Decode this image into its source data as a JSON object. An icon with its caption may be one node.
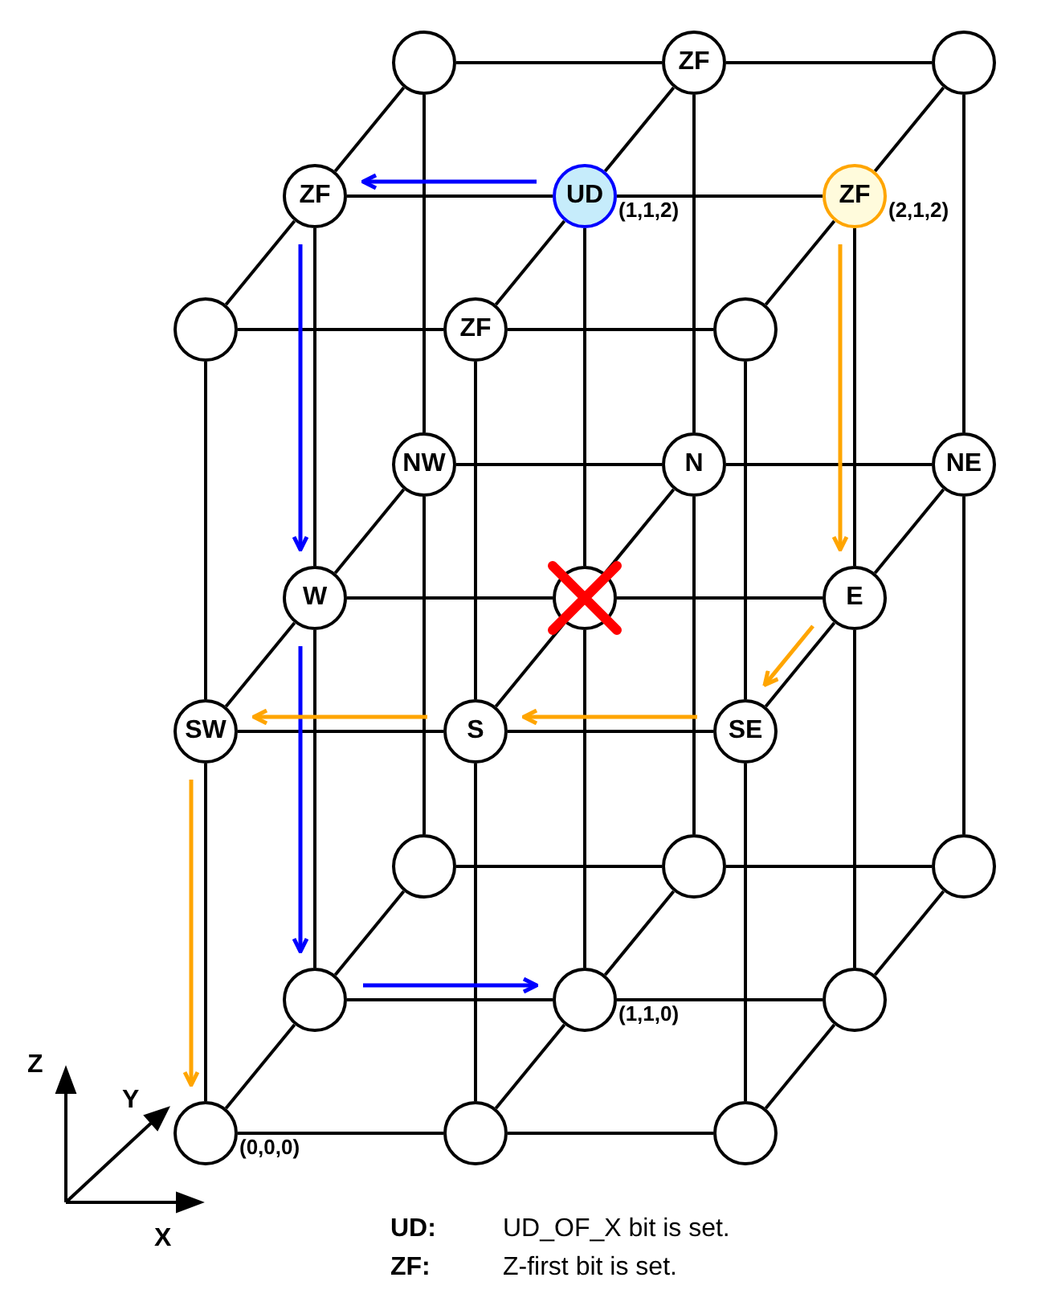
{
  "diagram": {
    "nodes": [
      {
        "text": [],
        "shape": "circle"
      },
      {
        "text": [
          "ZF"
        ]
      },
      {
        "text": [],
        "shape": "circle"
      },
      {
        "text": [
          "ZF"
        ]
      },
      {
        "text": [
          "UD"
        ],
        "beside": [
          "(1,1,2)"
        ]
      },
      {
        "text": [
          "ZF"
        ],
        "beside": [
          "(2,1,2)"
        ]
      },
      {
        "text": [],
        "shape": "circle"
      },
      {
        "text": [
          "ZF"
        ]
      },
      {
        "text": [],
        "shape": "circle"
      },
      {
        "text": [
          "NW"
        ]
      },
      {
        "text": [
          "N"
        ]
      },
      {
        "text": [
          "NE"
        ]
      },
      {
        "text": [
          "W"
        ]
      },
      {
        "text": [],
        "shape": "circle"
      },
      {
        "text": [
          "E"
        ]
      },
      {
        "text": [
          "SW"
        ]
      },
      {
        "text": [
          "S"
        ]
      },
      {
        "text": [
          "SE"
        ]
      },
      {
        "text": [],
        "shape": "circle"
      },
      {
        "text": [],
        "shape": "circle"
      },
      {
        "text": [],
        "shape": "circle"
      },
      {
        "text": [],
        "shape": "circle"
      },
      {
        "text": [],
        "shape": "circle",
        "beside": [
          "(1,1,0)"
        ]
      },
      {
        "text": [],
        "shape": "circle"
      },
      {
        "text": [],
        "shape": "circle",
        "beside": [
          "(0,0,0)"
        ]
      },
      {
        "text": [],
        "shape": "circle"
      },
      {
        "text": [],
        "shape": "circle"
      }
    ],
    "edges": [
      {
        "from": 0,
        "to": 1,
        "arrow": "none"
      },
      {
        "from": 1,
        "to": 2,
        "arrow": "none"
      },
      {
        "from": 3,
        "to": 4,
        "arrow": "none"
      },
      {
        "from": 4,
        "to": 5,
        "arrow": "none"
      },
      {
        "from": 6,
        "to": 7,
        "arrow": "none"
      },
      {
        "from": 7,
        "to": 8,
        "arrow": "none"
      },
      {
        "from": 9,
        "to": 10,
        "arrow": "none"
      },
      {
        "from": 10,
        "to": 11,
        "arrow": "none"
      },
      {
        "from": 12,
        "to": 13,
        "arrow": "none"
      },
      {
        "from": 13,
        "to": 14,
        "arrow": "none"
      },
      {
        "from": 15,
        "to": 16,
        "arrow": "none"
      },
      {
        "from": 16,
        "to": 17,
        "arrow": "none"
      },
      {
        "from": 18,
        "to": 19,
        "arrow": "none"
      },
      {
        "from": 19,
        "to": 20,
        "arrow": "none"
      },
      {
        "from": 21,
        "to": 22,
        "arrow": "none"
      },
      {
        "from": 22,
        "to": 23,
        "arrow": "none"
      },
      {
        "from": 24,
        "to": 25,
        "arrow": "none"
      },
      {
        "from": 25,
        "to": 26,
        "arrow": "none"
      },
      {
        "from": 0,
        "to": 3,
        "arrow": "none"
      },
      {
        "from": 3,
        "to": 6,
        "arrow": "none"
      },
      {
        "from": 1,
        "to": 4,
        "arrow": "none"
      },
      {
        "from": 4,
        "to": 7,
        "arrow": "none"
      },
      {
        "from": 2,
        "to": 5,
        "arrow": "none"
      },
      {
        "from": 5,
        "to": 8,
        "arrow": "none"
      },
      {
        "from": 9,
        "to": 12,
        "arrow": "none"
      },
      {
        "from": 12,
        "to": 15,
        "arrow": "none"
      },
      {
        "from": 10,
        "to": 13,
        "arrow": "none"
      },
      {
        "from": 13,
        "to": 16,
        "arrow": "none"
      },
      {
        "from": 11,
        "to": 14,
        "arrow": "none"
      },
      {
        "from": 14,
        "to": 17,
        "arrow": "none"
      },
      {
        "from": 18,
        "to": 21,
        "arrow": "none"
      },
      {
        "from": 21,
        "to": 24,
        "arrow": "none"
      },
      {
        "from": 19,
        "to": 22,
        "arrow": "none"
      },
      {
        "from": 22,
        "to": 25,
        "arrow": "none"
      },
      {
        "from": 20,
        "to": 23,
        "arrow": "none"
      },
      {
        "from": 23,
        "to": 26,
        "arrow": "none"
      },
      {
        "from": 0,
        "to": 9,
        "arrow": "none"
      },
      {
        "from": 1,
        "to": 10,
        "arrow": "none"
      },
      {
        "from": 2,
        "to": 11,
        "arrow": "none"
      },
      {
        "from": 3,
        "to": 12,
        "arrow": "none"
      },
      {
        "from": 4,
        "to": 13,
        "arrow": "none"
      },
      {
        "from": 5,
        "to": 14,
        "arrow": "none"
      },
      {
        "from": 6,
        "to": 15,
        "arrow": "none"
      },
      {
        "from": 7,
        "to": 16,
        "arrow": "none"
      },
      {
        "from": 8,
        "to": 17,
        "arrow": "none"
      },
      {
        "from": 9,
        "to": 18,
        "arrow": "none"
      },
      {
        "from": 10,
        "to": 19,
        "arrow": "none"
      },
      {
        "from": 11,
        "to": 20,
        "arrow": "none"
      },
      {
        "from": 12,
        "to": 21,
        "arrow": "none"
      },
      {
        "from": 13,
        "to": 22,
        "arrow": "none"
      },
      {
        "from": 14,
        "to": 23,
        "arrow": "none"
      },
      {
        "from": 15,
        "to": 24,
        "arrow": "none"
      },
      {
        "from": 16,
        "to": 25,
        "arrow": "none"
      },
      {
        "from": 17,
        "to": 26,
        "arrow": "none"
      },
      {
        "from": 4,
        "to": 3,
        "arrow": "to",
        "color": "#0000ff"
      },
      {
        "from": 3,
        "to": 12,
        "arrow": "to",
        "color": "#0000ff"
      },
      {
        "from": 12,
        "to": 21,
        "arrow": "to",
        "color": "#0000ff"
      },
      {
        "from": 21,
        "to": 22,
        "arrow": "to",
        "color": "#0000ff"
      },
      {
        "from": 5,
        "to": 14,
        "arrow": "to",
        "color": "#ffa500"
      },
      {
        "from": 14,
        "to": 17,
        "arrow": "to",
        "color": "#ffa500"
      },
      {
        "from": 17,
        "to": 16,
        "arrow": "to",
        "color": "#ffa500"
      },
      {
        "from": 16,
        "to": 15,
        "arrow": "to",
        "color": "#ffa500"
      },
      {
        "from": 15,
        "to": 24,
        "arrow": "to",
        "color": "#ffa500"
      }
    ],
    "labels": [
      "Z",
      "Y",
      "X",
      "UD:",
      "UD_OF_X bit is set.",
      "ZF:",
      "Z-first bit is set."
    ]
  }
}
